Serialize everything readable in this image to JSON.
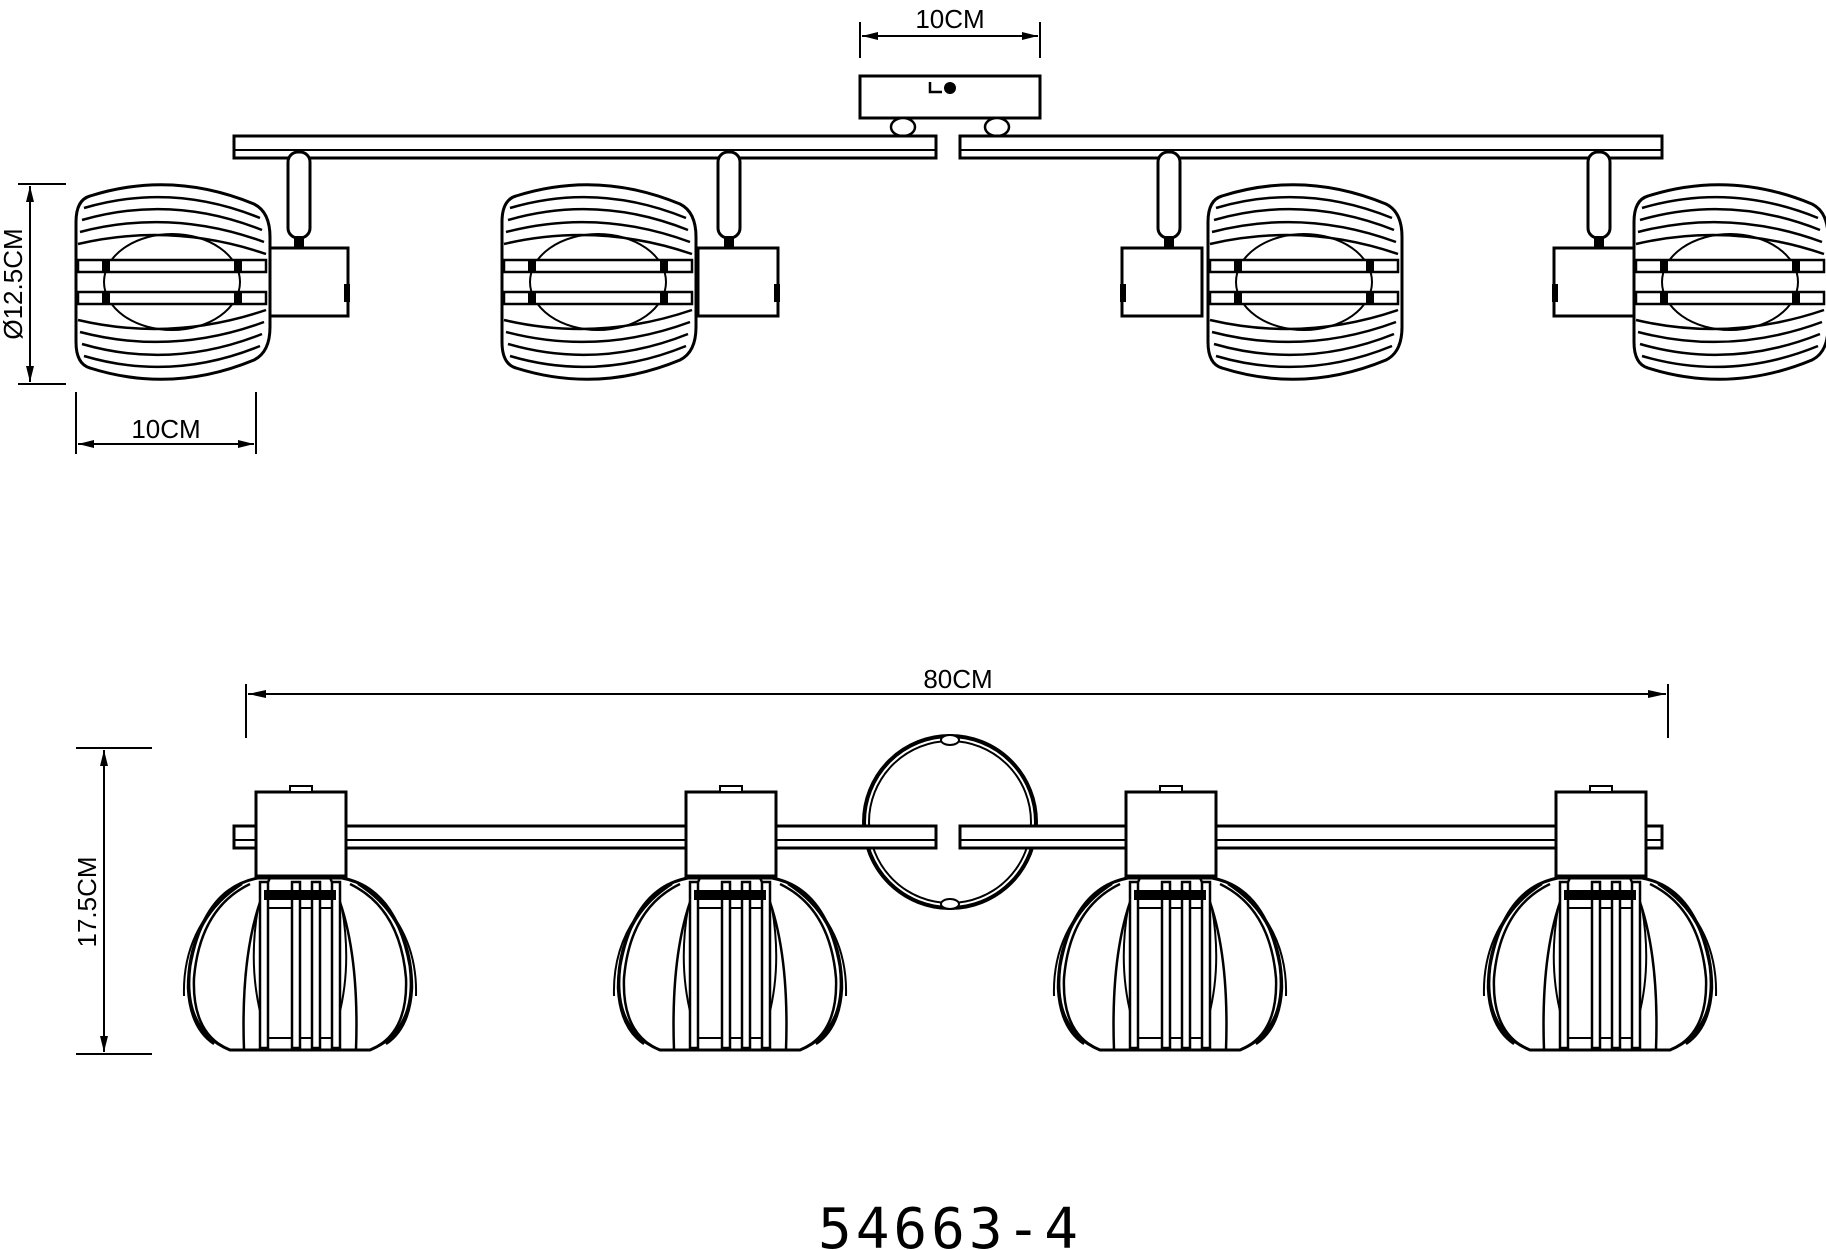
{
  "top_view": {
    "canopy_width_label": "10CM",
    "shade_diameter_label": "Ø12.5CM",
    "shade_width_label": "10CM"
  },
  "front_view": {
    "total_width_label": "80CM",
    "height_label": "17.5CM"
  },
  "model_number": "54663-4",
  "colors": {
    "line": "#000000",
    "background": "#ffffff"
  }
}
